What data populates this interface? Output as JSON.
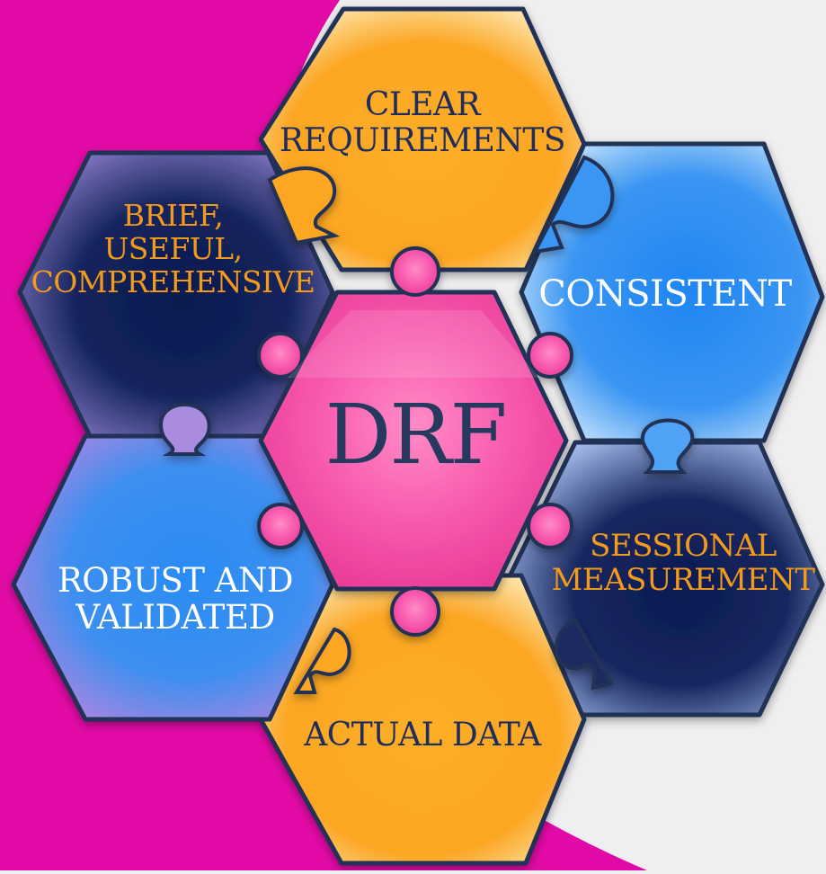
{
  "diagram": {
    "center_label": "DRF",
    "pieces": [
      {
        "id": "clear-requirements",
        "lines": [
          "CLEAR",
          "REQUIREMENTS"
        ],
        "color": "orange",
        "text_color": "#1e2d5c"
      },
      {
        "id": "consistent",
        "lines": [
          "CONSISTENT"
        ],
        "color": "blue",
        "text_color": "#ffffff"
      },
      {
        "id": "sessional-measurement",
        "lines": [
          "SESSIONAL",
          "MEASUREMENT"
        ],
        "color": "navy",
        "text_color": "#f29a1b"
      },
      {
        "id": "actual-data",
        "lines": [
          "ACTUAL DATA"
        ],
        "color": "orange",
        "text_color": "#1e2d5c"
      },
      {
        "id": "robust-and-validated",
        "lines": [
          "ROBUST AND",
          "VALIDATED"
        ],
        "color": "blue",
        "text_color": "#ffffff"
      },
      {
        "id": "brief-useful-comprehensive",
        "lines": [
          "BRIEF,",
          "USEFUL,",
          "COMPREHENSIVE"
        ],
        "color": "navy",
        "text_color": "#f29a1b"
      }
    ]
  },
  "colors": {
    "magenta_band": "#e20aa6",
    "background": "#efefef",
    "outline": "#223256",
    "center_fill": "#f64fa8",
    "center_text": "#27395f",
    "orange": "#fca623",
    "blue": "#2e8ff3",
    "navy": "#0f1e55"
  }
}
